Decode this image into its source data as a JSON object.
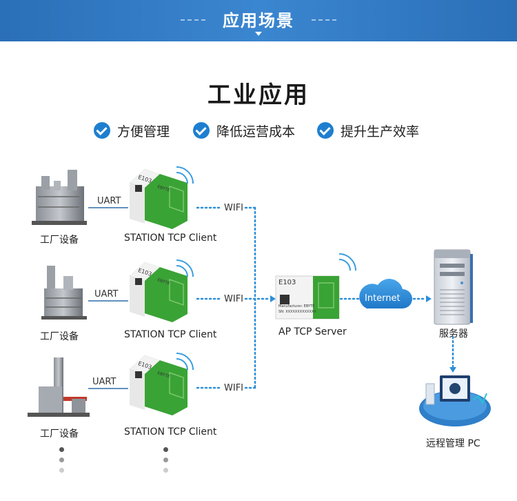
{
  "banner": {
    "title": "应用场景"
  },
  "section": {
    "title": "工业应用"
  },
  "features": [
    {
      "label": "方便管理"
    },
    {
      "label": "降低运营成本"
    },
    {
      "label": "提升生产效率"
    }
  ],
  "rows": [
    {
      "equipment_label": "工厂设备",
      "link_label": "UART",
      "module_label": "STATION TCP Client",
      "wireless_label": "WIFI"
    },
    {
      "equipment_label": "工厂设备",
      "link_label": "UART",
      "module_label": "STATION TCP Client",
      "wireless_label": "WIFI"
    },
    {
      "equipment_label": "工厂设备",
      "link_label": "UART",
      "module_label": "STATION TCP Client",
      "wireless_label": "WIFI"
    }
  ],
  "module_text": {
    "model": "E103",
    "brand": "EBYTE"
  },
  "ap": {
    "label": "AP TCP Server",
    "model": "E103",
    "manufacturer": "Manufacturer: EBYTE",
    "sn": "SN: XXXXXXXXXXXXX"
  },
  "cloud": {
    "label": "Internet"
  },
  "server": {
    "label": "服务器"
  },
  "remote": {
    "label": "远程管理 PC"
  },
  "colors": {
    "banner": "#2a6fb8",
    "accent": "#1e7fd0",
    "dotted": "#2a8fd8",
    "module_green": "#3aa335"
  }
}
